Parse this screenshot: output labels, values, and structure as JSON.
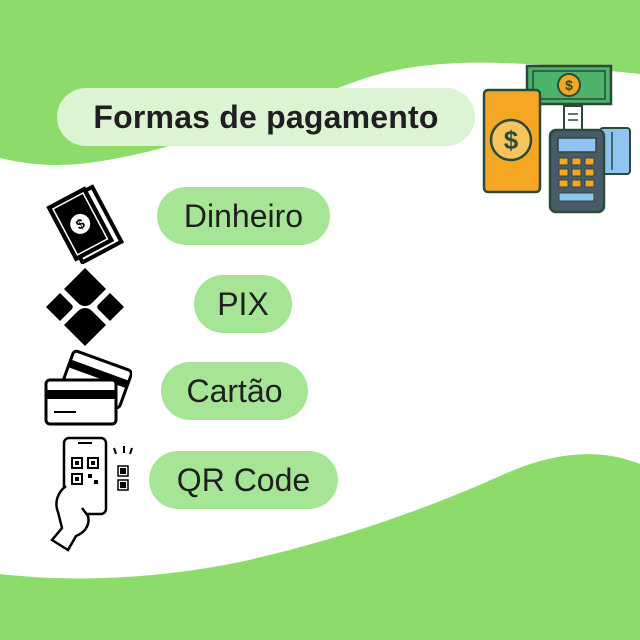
{
  "title": "Formas de pagamento",
  "colors": {
    "green": "#8ddc6b",
    "pill": "#a6e596",
    "title_pill": "#dcf3d4",
    "text": "#1f1f1f"
  },
  "methods": [
    {
      "label": "Dinheiro",
      "icon": "cash-icon"
    },
    {
      "label": "PIX",
      "icon": "pix-icon"
    },
    {
      "label": "Cartão",
      "icon": "credit-card-icon"
    },
    {
      "label": "QR Code",
      "icon": "qr-code-phone-icon"
    }
  ],
  "illustration": "payment-methods-illustration"
}
